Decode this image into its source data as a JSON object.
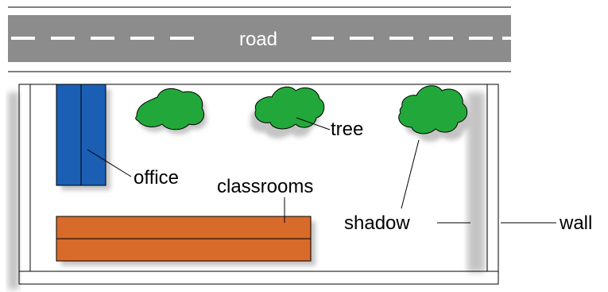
{
  "labels": {
    "road": "road",
    "office": "office",
    "tree": "tree",
    "classrooms": "classrooms",
    "shadow": "shadow",
    "wall": "wall"
  },
  "colors": {
    "road": "#8c8c8c",
    "road_marking": "#ffffff",
    "office": "#1a5fb4",
    "classrooms": "#d86a2a",
    "tree": "#22a83a",
    "shadow": "#c4c4c4",
    "outline": "#000000"
  }
}
